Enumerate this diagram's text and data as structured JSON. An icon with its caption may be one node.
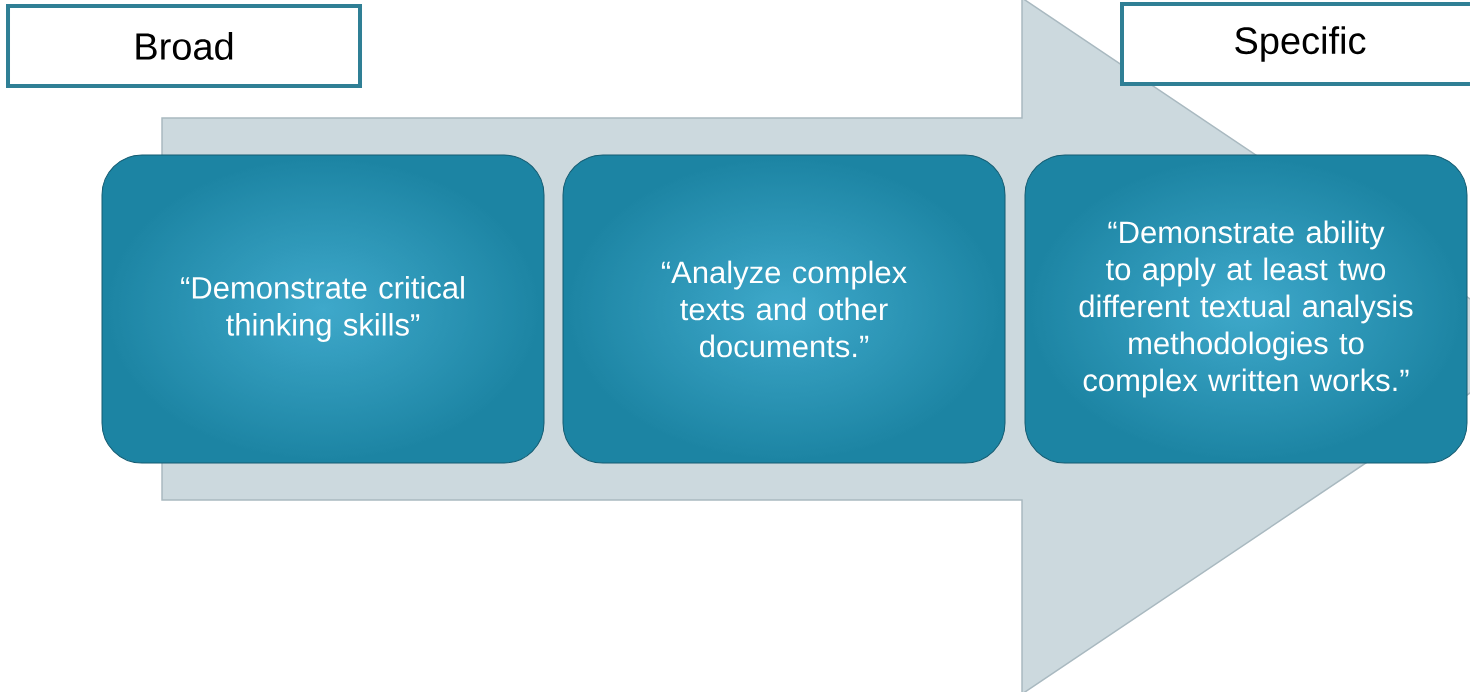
{
  "diagram": {
    "nodes": [
      {
        "text": [
          "Broad"
        ]
      },
      {
        "text": [
          "Specific"
        ]
      },
      {
        "text": [
          "“Demonstrate critical thinking skills”"
        ]
      },
      {
        "text": [
          "“Analyze complex texts and other documents.”"
        ]
      },
      {
        "text": [
          "“Demonstrate ability to apply at least two different textual analysis methodologies to complex written works.”"
        ]
      }
    ]
  }
}
